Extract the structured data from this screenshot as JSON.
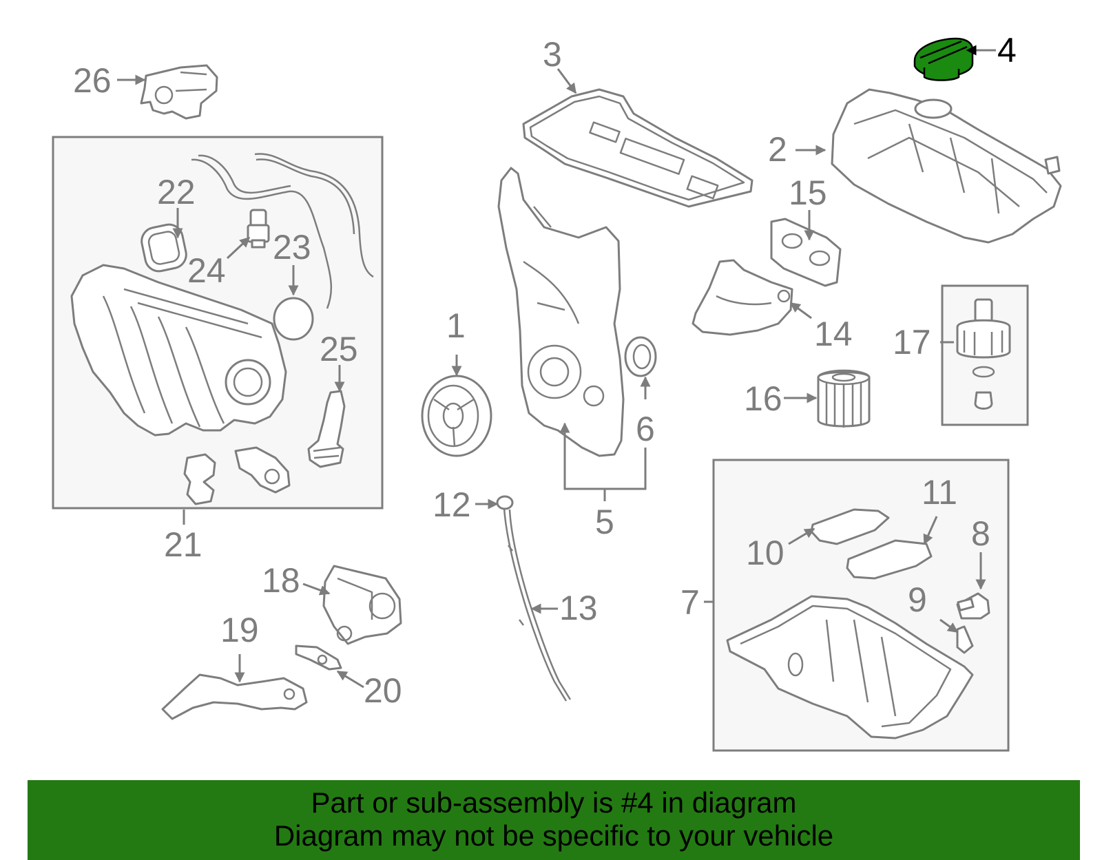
{
  "diagram": {
    "highlight_color": "#1a8a10",
    "callouts": [
      "1",
      "2",
      "3",
      "4",
      "5",
      "6",
      "7",
      "8",
      "9",
      "10",
      "11",
      "12",
      "13",
      "14",
      "15",
      "16",
      "17",
      "18",
      "19",
      "20",
      "21",
      "22",
      "23",
      "24",
      "25",
      "26"
    ],
    "highlighted_part": "4"
  },
  "banner": {
    "line1": "Part or sub-assembly is #4 in diagram",
    "line2": "Diagram may not be specific to your vehicle",
    "background": "#237a12"
  }
}
